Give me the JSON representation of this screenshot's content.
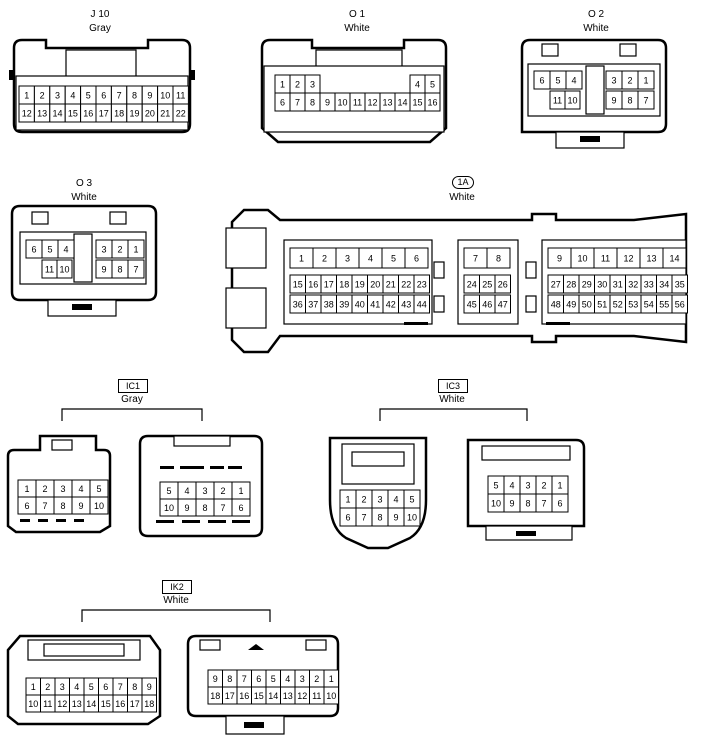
{
  "connectors": [
    {
      "id": "j10",
      "code": "J 10",
      "color": "Gray",
      "rows": [
        [
          "1",
          "2",
          "3",
          "4",
          "5",
          "6",
          "7",
          "8",
          "9",
          "10",
          "11"
        ],
        [
          "12",
          "13",
          "14",
          "15",
          "16",
          "17",
          "18",
          "19",
          "20",
          "21",
          "22"
        ]
      ]
    },
    {
      "id": "o1",
      "code": "O 1",
      "color": "White",
      "rows": [
        [
          "1",
          "2",
          "3",
          "4",
          "5"
        ],
        [
          "6",
          "7",
          "8",
          "9",
          "10",
          "11",
          "12",
          "13",
          "14",
          "15",
          "16"
        ]
      ]
    },
    {
      "id": "o2",
      "code": "O 2",
      "color": "White",
      "rows": [
        [
          "6",
          "5",
          "4",
          "3",
          "2",
          "1"
        ],
        [
          "11",
          "10",
          "9",
          "8",
          "7"
        ]
      ]
    },
    {
      "id": "o3",
      "code": "O 3",
      "color": "White",
      "rows": [
        [
          "6",
          "5",
          "4",
          "3",
          "2",
          "1"
        ],
        [
          "11",
          "10",
          "9",
          "8",
          "7"
        ]
      ]
    },
    {
      "id": "c1a",
      "code": "1A",
      "color": "White",
      "rows": [
        [
          "1",
          "2",
          "3",
          "4",
          "5",
          "6",
          "7",
          "8",
          "9",
          "10",
          "11",
          "12",
          "13",
          "14"
        ],
        [
          "15",
          "16",
          "17",
          "18",
          "19",
          "20",
          "21",
          "22",
          "23",
          "24",
          "25",
          "26",
          "27",
          "28",
          "29",
          "30",
          "31",
          "32",
          "33",
          "34",
          "35"
        ],
        [
          "36",
          "37",
          "38",
          "39",
          "40",
          "41",
          "42",
          "43",
          "44",
          "45",
          "46",
          "47",
          "48",
          "49",
          "50",
          "51",
          "52",
          "53",
          "54",
          "55",
          "56"
        ]
      ]
    },
    {
      "id": "ic1",
      "code": "IC1",
      "color": "Gray",
      "rows": [
        [
          "1",
          "2",
          "3",
          "4",
          "5"
        ],
        [
          "6",
          "7",
          "8",
          "9",
          "10"
        ],
        [
          "5",
          "4",
          "3",
          "2",
          "1"
        ],
        [
          "10",
          "9",
          "8",
          "7",
          "6"
        ]
      ]
    },
    {
      "id": "ic3",
      "code": "IC3",
      "color": "White",
      "rows": [
        [
          "1",
          "2",
          "3",
          "4",
          "5"
        ],
        [
          "6",
          "7",
          "8",
          "9",
          "10"
        ],
        [
          "5",
          "4",
          "3",
          "2",
          "1"
        ],
        [
          "10",
          "9",
          "8",
          "7",
          "6"
        ]
      ]
    },
    {
      "id": "ik2",
      "code": "IK2",
      "color": "White",
      "rows": [
        [
          "1",
          "2",
          "3",
          "4",
          "5",
          "6",
          "7",
          "8",
          "9"
        ],
        [
          "10",
          "11",
          "12",
          "13",
          "14",
          "15",
          "16",
          "17",
          "18"
        ],
        [
          "9",
          "8",
          "7",
          "6",
          "5",
          "4",
          "3",
          "2",
          "1"
        ],
        [
          "18",
          "17",
          "16",
          "15",
          "14",
          "13",
          "12",
          "11",
          "10"
        ]
      ]
    }
  ]
}
